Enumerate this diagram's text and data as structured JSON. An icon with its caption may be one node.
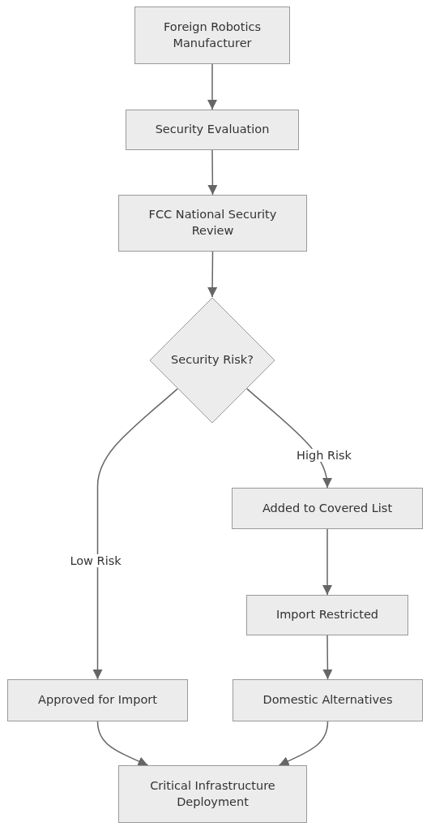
{
  "diagram": {
    "nodes": [
      {
        "text": [
          "Foreign Robotics Manufacturer"
        ]
      },
      {
        "text": [
          "Security Evaluation"
        ]
      },
      {
        "text": [
          "FCC National Security Review"
        ]
      },
      {
        "text": [
          "Security Risk?"
        ]
      },
      {
        "text": [
          "Added to Covered List"
        ]
      },
      {
        "text": [
          "Import Restricted"
        ]
      },
      {
        "text": [
          "Approved for Import"
        ]
      },
      {
        "text": [
          "Domestic Alternatives"
        ]
      },
      {
        "text": [
          "Critical Infrastructure Deployment"
        ]
      }
    ],
    "edges": [
      {
        "from": 0,
        "to": 1,
        "arrow": "to"
      },
      {
        "from": 1,
        "to": 2,
        "arrow": "to"
      },
      {
        "from": 2,
        "to": 3,
        "arrow": "to"
      },
      {
        "from": 3,
        "to": 4,
        "arrow": "to",
        "label": "High Risk"
      },
      {
        "from": 3,
        "to": 6,
        "arrow": "to",
        "label": "Low Risk"
      },
      {
        "from": 4,
        "to": 5,
        "arrow": "to"
      },
      {
        "from": 5,
        "to": 7,
        "arrow": "to"
      },
      {
        "from": 6,
        "to": 8,
        "arrow": "to"
      },
      {
        "from": 7,
        "to": 8,
        "arrow": "to"
      }
    ]
  }
}
